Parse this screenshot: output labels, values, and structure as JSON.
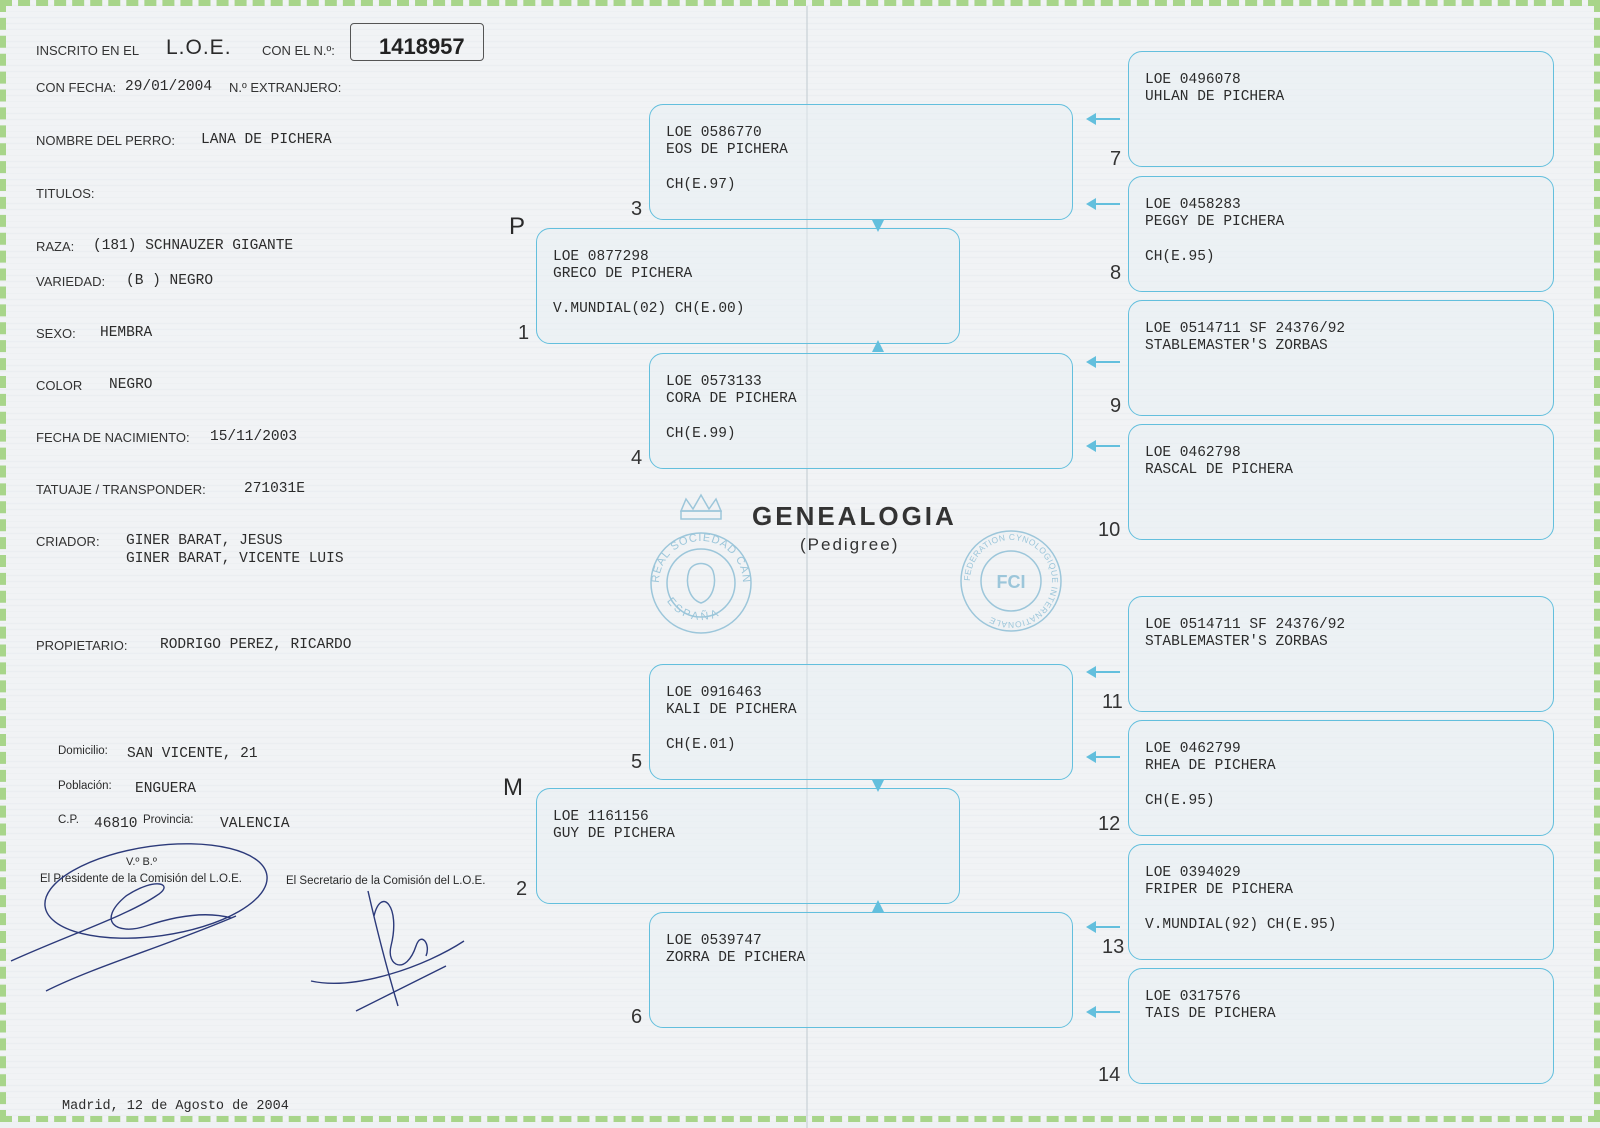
{
  "header": {
    "inscrito_label": "INSCRITO EN EL",
    "registry": "L.O.E.",
    "con_numero_label": "CON EL N.º:",
    "number": "1418957",
    "fecha_label": "CON FECHA:",
    "fecha": "29/01/2004",
    "extranjero_label": "N.º EXTRANJERO:"
  },
  "dog": {
    "nombre_label": "NOMBRE DEL PERRO:",
    "nombre": "LANA DE PICHERA",
    "titulos_label": "TITULOS:",
    "raza_label": "RAZA:",
    "raza": "(181) SCHNAUZER GIGANTE",
    "variedad_label": "VARIEDAD:",
    "variedad": "(B ) NEGRO",
    "sexo_label": "SEXO:",
    "sexo": "HEMBRA",
    "color_label": "COLOR",
    "color": "NEGRO",
    "nacimiento_label": "FECHA DE NACIMIENTO:",
    "nacimiento": "15/11/2003",
    "tatuaje_label": "TATUAJE / TRANSPONDER:",
    "tatuaje": "271031E",
    "criador_label": "CRIADOR:",
    "criador_1": "GINER BARAT, JESUS",
    "criador_2": "GINER BARAT, VICENTE LUIS",
    "propietario_label": "PROPIETARIO:",
    "propietario": "RODRIGO PEREZ, RICARDO"
  },
  "address": {
    "domicilio_label": "Domicilio:",
    "domicilio": "SAN VICENTE, 21",
    "poblacion_label": "Población:",
    "poblacion": "ENGUERA",
    "cp_label": "C.P.",
    "cp": "46810",
    "provincia_label": "Provincia:",
    "provincia": "VALENCIA"
  },
  "signatures": {
    "vb": "V.º B.º",
    "presidente": "El Presidente de la Comisión del L.O.E.",
    "secretario": "El Secretario de la Comisión del L.O.E.",
    "place_date": "Madrid, 12 de Agosto de 2004"
  },
  "title": {
    "main": "GENEALOGIA",
    "sub": "(Pedigree)",
    "seal_rsce_top": "REAL SOCIEDAD CANINA",
    "seal_rsce_bottom": "ESPAÑA",
    "seal_fci_ring": "FEDERATION CYNOLOGIQUE INTERNATIONALE",
    "seal_fci_center": "FCI"
  },
  "pedigree": {
    "p_label": "P",
    "m_label": "M",
    "dogs": [
      {
        "num": "1",
        "reg": "LOE 0877298",
        "name": "GRECO DE PICHERA",
        "titles": "V.MUNDIAL(02) CH(E.00)"
      },
      {
        "num": "2",
        "reg": "LOE 1161156",
        "name": "GUY DE PICHERA",
        "titles": ""
      },
      {
        "num": "3",
        "reg": "LOE 0586770",
        "name": "EOS DE PICHERA",
        "titles": "CH(E.97)"
      },
      {
        "num": "4",
        "reg": "LOE 0573133",
        "name": "CORA DE PICHERA",
        "titles": "CH(E.99)"
      },
      {
        "num": "5",
        "reg": "LOE 0916463",
        "name": "KALI DE PICHERA",
        "titles": "CH(E.01)"
      },
      {
        "num": "6",
        "reg": "LOE 0539747",
        "name": "ZORRA DE PICHERA",
        "titles": ""
      },
      {
        "num": "7",
        "reg": "LOE 0496078",
        "name": "UHLAN DE PICHERA",
        "titles": ""
      },
      {
        "num": "8",
        "reg": "LOE 0458283",
        "name": "PEGGY DE PICHERA",
        "titles": "CH(E.95)"
      },
      {
        "num": "9",
        "reg": "LOE 0514711   SF 24376/92",
        "name": "STABLEMASTER'S ZORBAS",
        "titles": ""
      },
      {
        "num": "10",
        "reg": "LOE 0462798",
        "name": "RASCAL DE PICHERA",
        "titles": ""
      },
      {
        "num": "11",
        "reg": "LOE 0514711   SF 24376/92",
        "name": "STABLEMASTER'S ZORBAS",
        "titles": ""
      },
      {
        "num": "12",
        "reg": "LOE 0462799",
        "name": "RHEA DE PICHERA",
        "titles": "CH(E.95)"
      },
      {
        "num": "13",
        "reg": "LOE 0394029",
        "name": "FRIPER DE PICHERA",
        "titles": "V.MUNDIAL(92) CH(E.95)"
      },
      {
        "num": "14",
        "reg": "LOE 0317576",
        "name": "TAIS DE PICHERA",
        "titles": ""
      }
    ]
  },
  "colors": {
    "accent": "#63bfdd",
    "border": "#a8d58a"
  }
}
